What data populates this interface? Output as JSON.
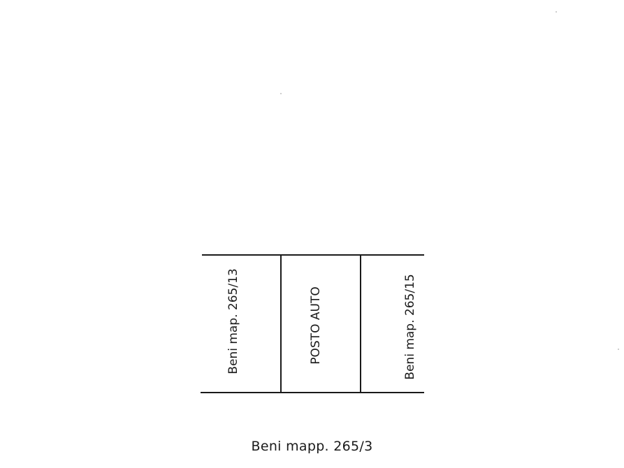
{
  "plan": {
    "cells": [
      {
        "label": "Beni map. 265/13"
      },
      {
        "label": "POSTO AUTO"
      },
      {
        "label": "Beni map. 265/15"
      }
    ],
    "bottom_label": "Beni mapp. 265/3"
  },
  "colors": {
    "line": "#1a1a1a",
    "background": "#ffffff"
  }
}
